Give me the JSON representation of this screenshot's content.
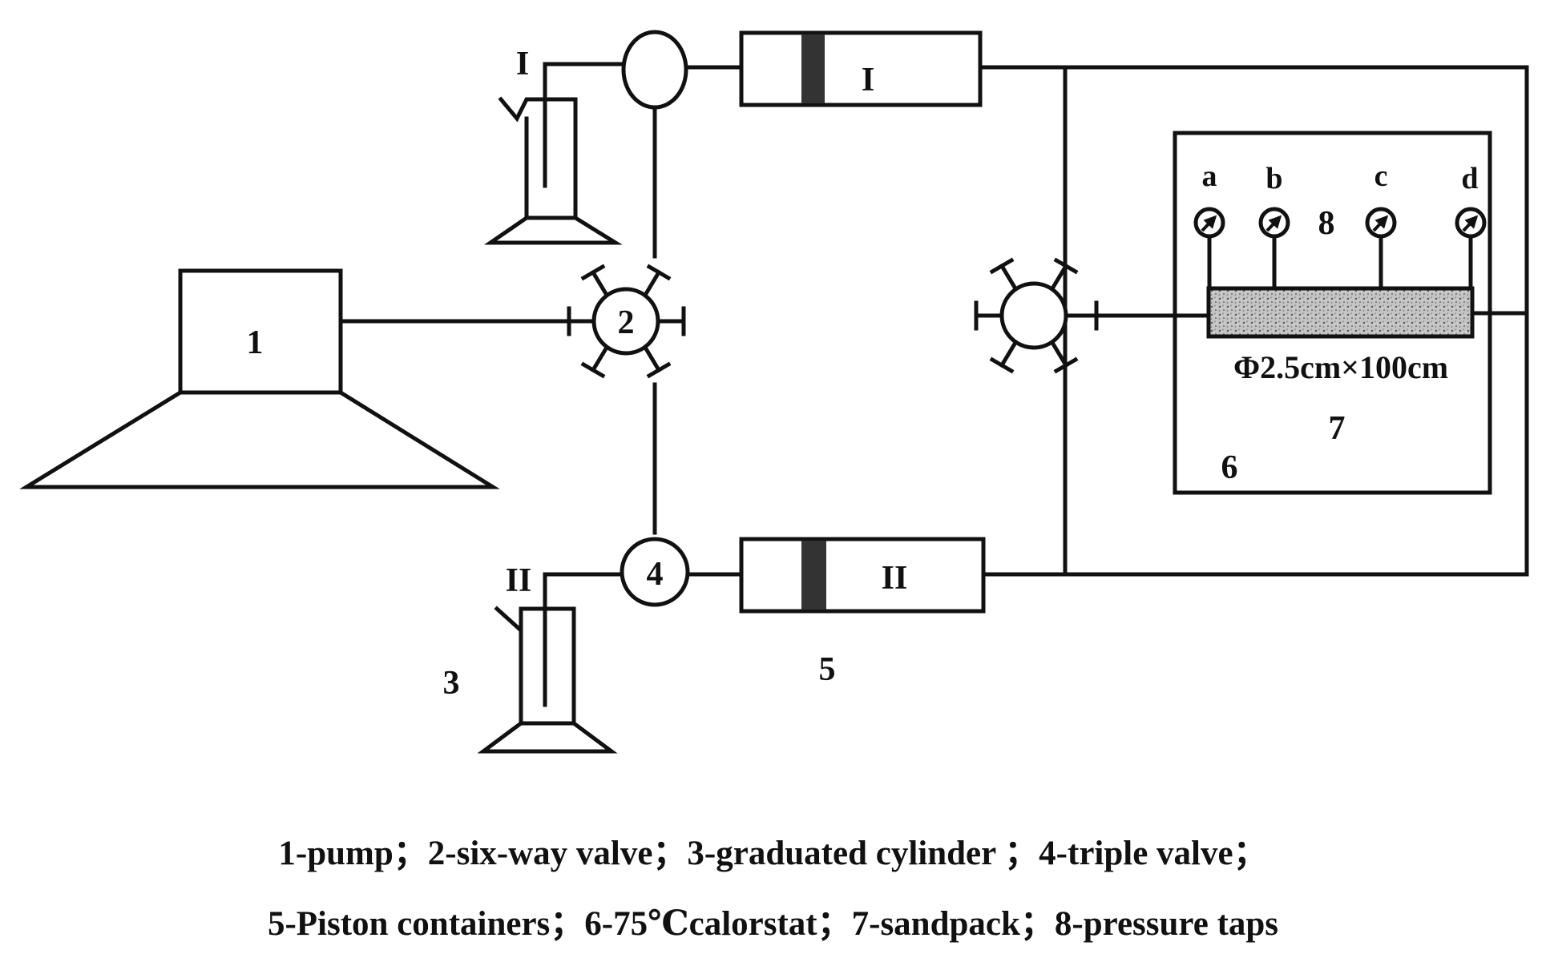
{
  "labels": {
    "pump": "1",
    "six_way_valve": "2",
    "graduated_cylinder": "3",
    "triple_valve": "4",
    "piston_containers": "5",
    "calorstat": "6",
    "sandpack": "7",
    "pressure_taps": "8",
    "line_I_upper_cylinder": "I",
    "line_I_upper_piston": "I",
    "line_II_lower_cylinder": "II",
    "line_II_lower_piston": "II",
    "tap_a": "a",
    "tap_b": "b",
    "tap_c": "c",
    "tap_d": "d",
    "sandpack_dimensions": "Φ2.5cm×100cm"
  },
  "legend": {
    "line1": "1-pump；2-six-way valve；3-graduated cylinder ；4-triple valve；",
    "line2": "5-Piston containers；6-75℃calorstat；7-sandpack；8-pressure taps"
  },
  "colors": {
    "line": "#111111",
    "piston": "#333333",
    "sandpack_fill": "#b8b8b8"
  }
}
